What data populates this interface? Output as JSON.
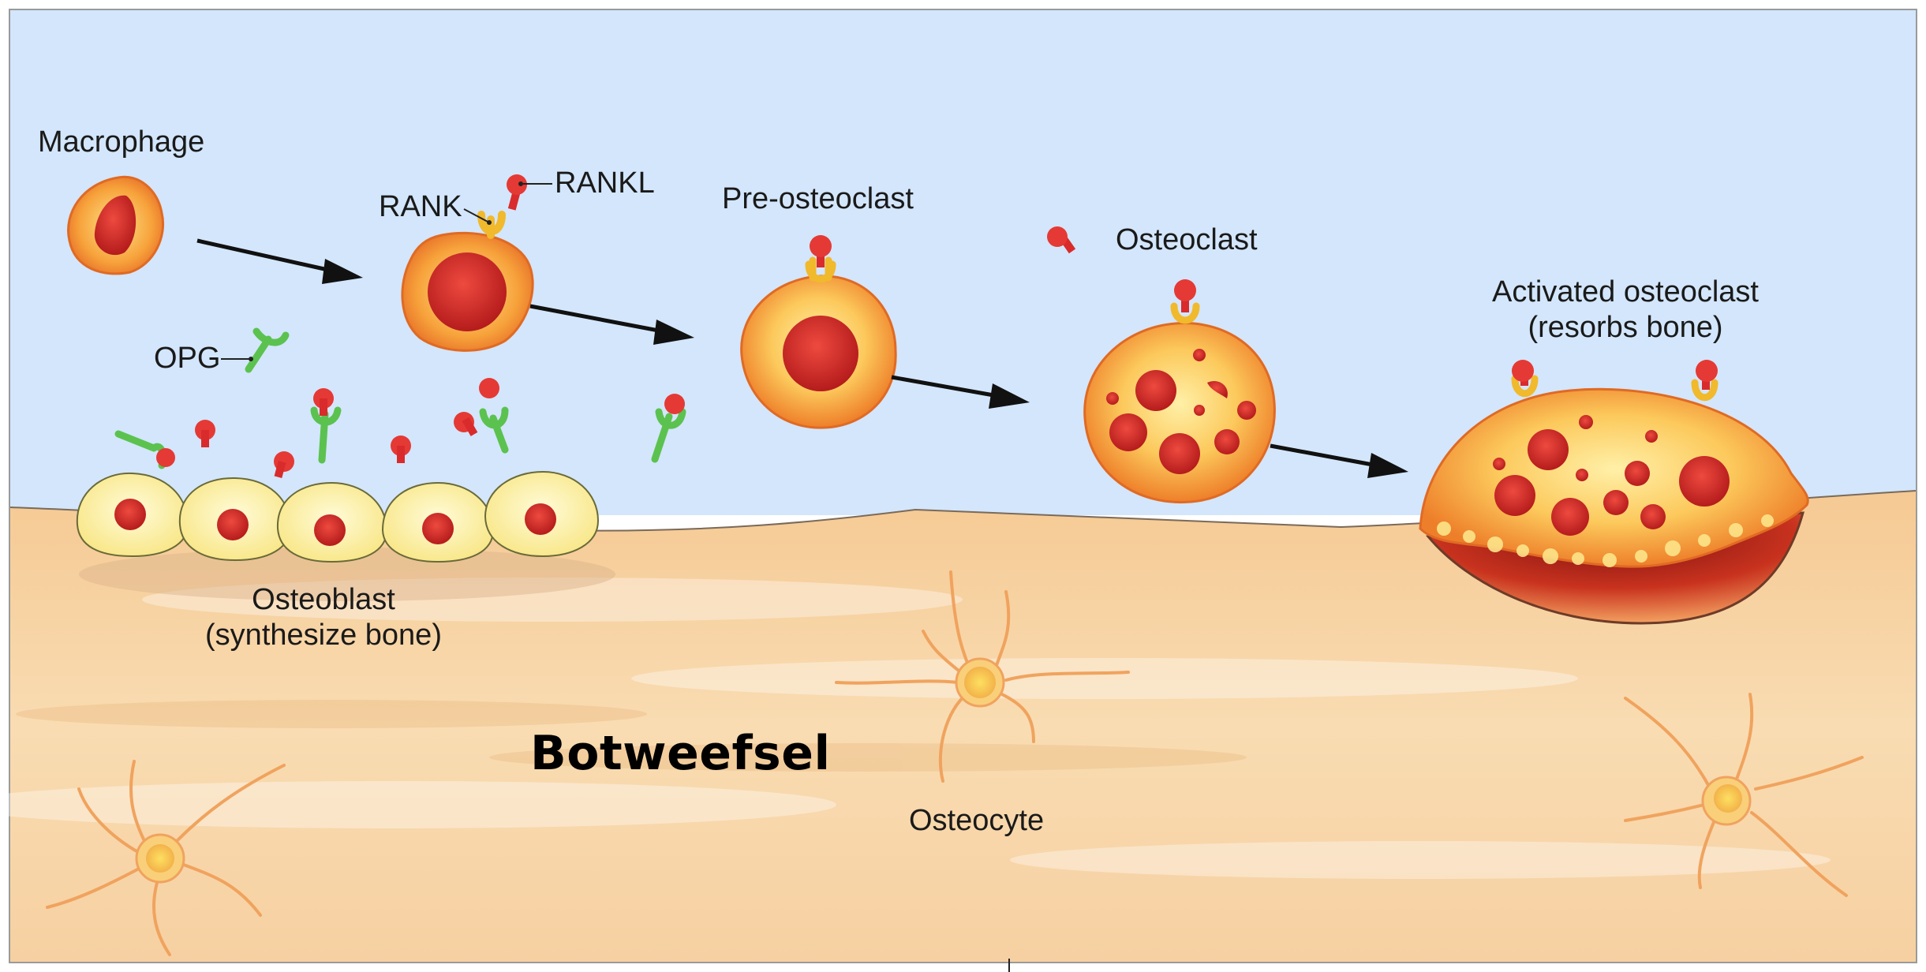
{
  "labels": {
    "macrophage": "Macrophage",
    "rank": "RANK",
    "rankl": "RANKL",
    "opg": "OPG",
    "pre_osteoclast": "Pre-osteoclast",
    "osteoclast": "Osteoclast",
    "activated_line1": "Activated osteoclast",
    "activated_line2": "(resorbs bone)",
    "osteoblast_line1": "Osteoblast",
    "osteoblast_line2": "(synthesize bone)",
    "tissue": "Botweefsel",
    "osteocyte": "Osteocyte"
  },
  "colors": {
    "sky": "#d3e6fb",
    "bone": "#f7d2a2",
    "cell_orange": "#f6a33a",
    "cell_yellow": "#fde58a",
    "nucleus_red": "#d62a2a",
    "osteoblast_yellow": "#fcf0a0",
    "opg_green": "#5bc24f",
    "arrow": "#111111"
  }
}
